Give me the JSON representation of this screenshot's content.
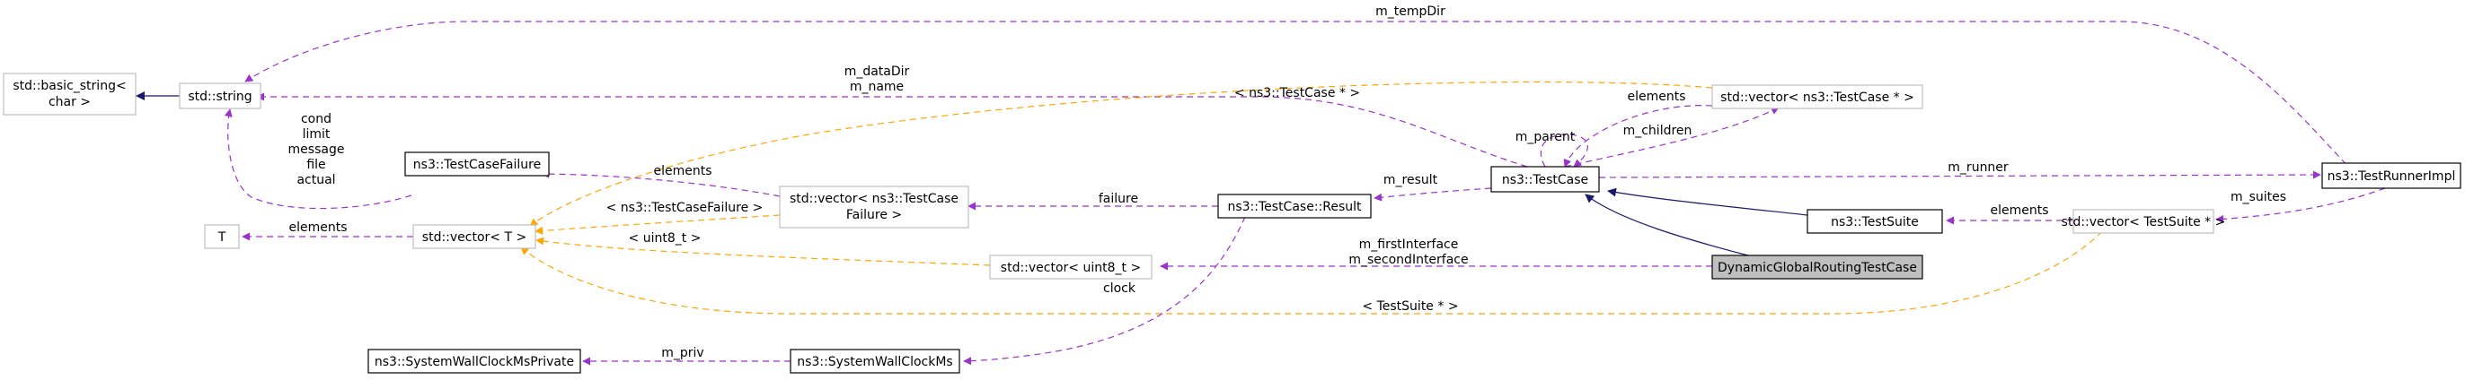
{
  "diagram": {
    "type": "collaboration-graph",
    "colors": {
      "usage_edge": "#9a32cd",
      "template_edge": "#ffa500",
      "inheritance_edge": "#191970",
      "solid_border": "#000000",
      "gray_border": "#bfbfbf",
      "highlight_fill": "#bfbfbf"
    },
    "nodes": [
      {
        "id": "basic_string",
        "lines": [
          "std::basic_string<",
          "char >"
        ],
        "style": "gray"
      },
      {
        "id": "string",
        "lines": [
          "std::string"
        ],
        "style": "gray"
      },
      {
        "id": "testcasefailure",
        "lines": [
          "ns3::TestCaseFailure"
        ],
        "style": "solid"
      },
      {
        "id": "T",
        "lines": [
          "T"
        ],
        "style": "gray"
      },
      {
        "id": "vector_T",
        "lines": [
          "std::vector< T >"
        ],
        "style": "gray"
      },
      {
        "id": "vector_failure",
        "lines": [
          "std::vector< ns3::TestCase",
          "Failure >"
        ],
        "style": "gray"
      },
      {
        "id": "result",
        "lines": [
          "ns3::TestCase::Result"
        ],
        "style": "solid"
      },
      {
        "id": "vector_uint8",
        "lines": [
          "std::vector< uint8_t >"
        ],
        "style": "gray"
      },
      {
        "id": "syswallprivate",
        "lines": [
          "ns3::SystemWallClockMsPrivate"
        ],
        "style": "solid"
      },
      {
        "id": "syswall",
        "lines": [
          "ns3::SystemWallClockMs"
        ],
        "style": "solid"
      },
      {
        "id": "testcase",
        "lines": [
          "ns3::TestCase"
        ],
        "style": "solid"
      },
      {
        "id": "vector_testcase",
        "lines": [
          "std::vector< ns3::TestCase * >"
        ],
        "style": "gray"
      },
      {
        "id": "testsuite",
        "lines": [
          "ns3::TestSuite"
        ],
        "style": "solid"
      },
      {
        "id": "dgrtc",
        "lines": [
          "DynamicGlobalRoutingTestCase"
        ],
        "style": "highlight"
      },
      {
        "id": "vector_testsuite",
        "lines": [
          "std::vector< TestSuite * >"
        ],
        "style": "gray"
      },
      {
        "id": "runner",
        "lines": [
          "ns3::TestRunnerImpl"
        ],
        "style": "solid"
      }
    ],
    "edges": [
      {
        "id": "e-basic-string",
        "kind": "inheritance",
        "labels": []
      },
      {
        "id": "e-tempdir",
        "kind": "usage",
        "labels": [
          "m_tempDir"
        ]
      },
      {
        "id": "e-datadir",
        "kind": "usage",
        "labels": [
          "m_dataDir",
          "m_name"
        ]
      },
      {
        "id": "e-failure-string",
        "kind": "usage",
        "labels": [
          "cond",
          "limit",
          "message",
          "file",
          "actual"
        ]
      },
      {
        "id": "e-t-vector",
        "kind": "usage",
        "labels": [
          "elements"
        ]
      },
      {
        "id": "e-vfail-elements",
        "kind": "usage",
        "labels": [
          "elements"
        ]
      },
      {
        "id": "e-vfail-template",
        "kind": "template",
        "labels": [
          "< ns3::TestCaseFailure >"
        ]
      },
      {
        "id": "e-vuint8-template",
        "kind": "template",
        "labels": [
          "< uint8_t >"
        ]
      },
      {
        "id": "e-vtestcase-template",
        "kind": "template",
        "labels": [
          "< ns3::TestCase * >"
        ]
      },
      {
        "id": "e-vtestsuite-template",
        "kind": "template",
        "labels": [
          "< TestSuite * >"
        ]
      },
      {
        "id": "e-result-failure",
        "kind": "usage",
        "labels": [
          "failure"
        ]
      },
      {
        "id": "e-clock",
        "kind": "usage",
        "labels": [
          "clock"
        ]
      },
      {
        "id": "e-priv",
        "kind": "usage",
        "labels": [
          "m_priv"
        ]
      },
      {
        "id": "e-result",
        "kind": "usage",
        "labels": [
          "m_result"
        ]
      },
      {
        "id": "e-parent",
        "kind": "usage",
        "labels": [
          "m_parent"
        ]
      },
      {
        "id": "e-vtc-elements",
        "kind": "usage",
        "labels": [
          "elements"
        ]
      },
      {
        "id": "e-children",
        "kind": "usage",
        "labels": [
          "m_children"
        ]
      },
      {
        "id": "e-runner",
        "kind": "usage",
        "labels": [
          "m_runner"
        ]
      },
      {
        "id": "e-testsuite-inh",
        "kind": "inheritance",
        "labels": []
      },
      {
        "id": "e-dgrtc-inh",
        "kind": "inheritance",
        "labels": []
      },
      {
        "id": "e-interfaces",
        "kind": "usage",
        "labels": [
          "m_firstInterface",
          "m_secondInterface"
        ]
      },
      {
        "id": "e-vts-elements",
        "kind": "usage",
        "labels": [
          "elements"
        ]
      },
      {
        "id": "e-suites",
        "kind": "usage",
        "labels": [
          "m_suites"
        ]
      }
    ]
  }
}
